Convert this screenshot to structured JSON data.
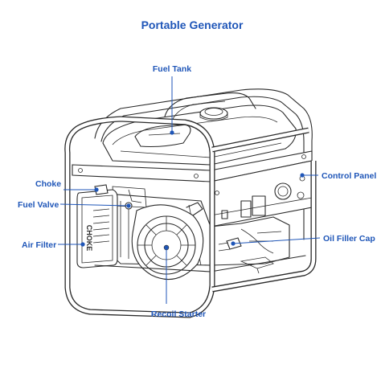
{
  "diagram": {
    "title": "Portable Generator",
    "labels": {
      "fuel_tank": "Fuel Tank",
      "choke": "Choke",
      "fuel_valve": "Fuel Valve",
      "air_filter": "Air Filter",
      "recoil_starter": "Recoil Starter",
      "control_panel": "Control Panel",
      "oil_filler_cap": "Oil Filler Cap"
    },
    "air_filter_stamp": "CHOKE",
    "colors": {
      "accent": "#1f56b8",
      "line": "#2a2a2a"
    }
  }
}
